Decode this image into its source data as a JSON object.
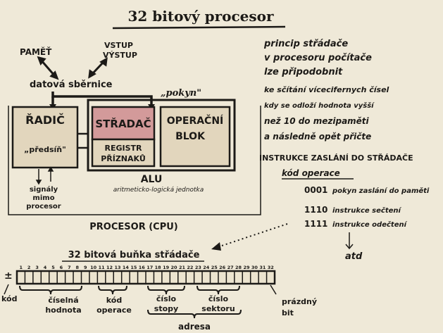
{
  "title": "32 bitový procesor",
  "left": {
    "pamet": "PAMĚŤ",
    "vstup": "VSTUP",
    "vystup": "VÝSTUP",
    "datova_sbernice": "datová sběrnice",
    "pokyn": "„pokyn\"",
    "radic": "ŘADIČ",
    "predsin": "„předsíň\"",
    "stradac": "STŘADAČ",
    "registr_line1": "REGISTR",
    "registr_line2": "PŘÍZNAKŮ",
    "operacni_line1": "OPERAČNÍ",
    "operacni_line2": "BLOK",
    "alu": "ALU",
    "alu_sub": "aritmeticko-logická jednotka",
    "signaly_line1": "signály",
    "signaly_line2": "mimo",
    "signaly_line3": "procesor",
    "procesor_cpu": "PROCESOR (CPU)"
  },
  "right": {
    "lines": [
      "princip střádače",
      "v procesoru počítače",
      "lze připodobnit",
      "ke sčítání vícecifernych čísel",
      "kdy se odloží hodnota vyšší",
      "než 10 do mezipaměti",
      "a následně opět přičte"
    ],
    "instrukce": "INSTRUKCE ZASLÁNÍ DO STŘÁDAČE",
    "kod_operace": "kód operace",
    "codes": [
      {
        "code": "0001",
        "desc": "pokyn zaslání do paměti"
      },
      {
        "code": "1110",
        "desc": "instrukce sečtení"
      },
      {
        "code": "1111",
        "desc": "instrukce odečtení"
      }
    ],
    "atd": "atd"
  },
  "bunka": {
    "title": "32 bitová buňka střádače",
    "bit_numbers": [
      "1",
      "2",
      "3",
      "4",
      "5",
      "6",
      "7",
      "8",
      "9",
      "10",
      "11",
      "12",
      "13",
      "14",
      "15",
      "16",
      "17",
      "18",
      "19",
      "20",
      "21",
      "22",
      "23",
      "24",
      "25",
      "26",
      "27",
      "28",
      "29",
      "30",
      "31",
      "32"
    ],
    "plus_minus": "±",
    "labels": {
      "kod": "kód",
      "ciselna_line1": "číselná",
      "ciselna_line2": "hodnota",
      "kod_operace_line1": "kód",
      "kod_operace_line2": "operace",
      "cislo_stopy_line1": "číslo",
      "cislo_stopy_line2": "stopy",
      "cislo_sektoru_line1": "číslo",
      "cislo_sektoru_line2": "sektoru",
      "prazdny_line1": "prázdný",
      "prazdny_line2": "bit",
      "adresa": "adresa"
    }
  },
  "colors": {
    "paper": "#efe9d8",
    "ink": "#1c1a17",
    "stradac_fill": "#d39a9a",
    "box_fill": "#e2d6bd"
  }
}
